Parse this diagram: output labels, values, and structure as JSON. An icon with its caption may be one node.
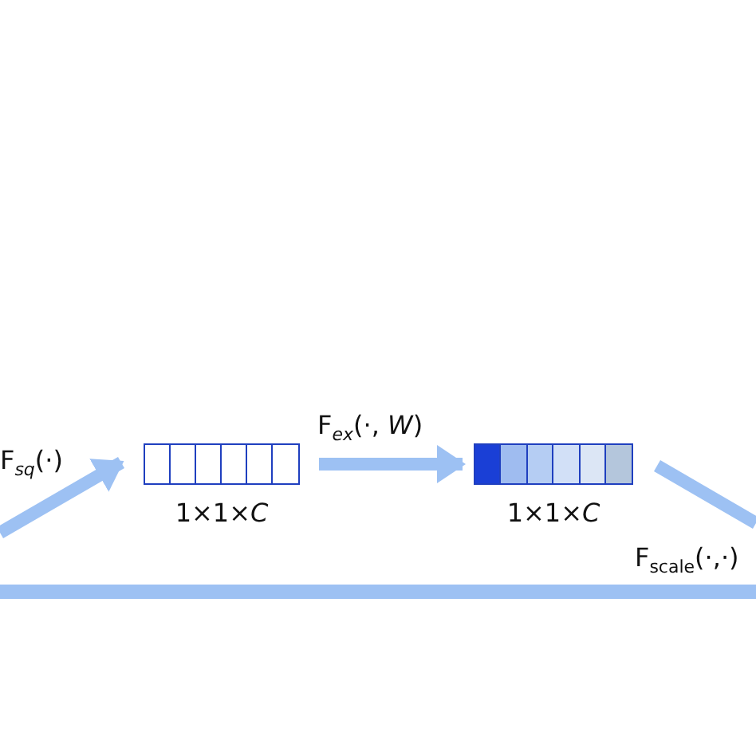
{
  "diagram": {
    "nodes": [
      {
        "text": [],
        "shape": "bar",
        "beside": [
          "1×1×*C*"
        ]
      },
      {
        "text": [],
        "shape": "bar",
        "beside": [
          "1×1×*C*"
        ]
      }
    ],
    "edges": [
      {
        "from": null,
        "to": 0,
        "arrow": "to",
        "label": "F$_{sq}$(·)"
      },
      {
        "from": 0,
        "to": 1,
        "arrow": "to",
        "label": "F$_{ex}$(·, *W*)"
      },
      {
        "from": 1,
        "to": null,
        "arrow": "none"
      }
    ],
    "labels": [
      "F$_{scale}$(·,·)"
    ]
  }
}
